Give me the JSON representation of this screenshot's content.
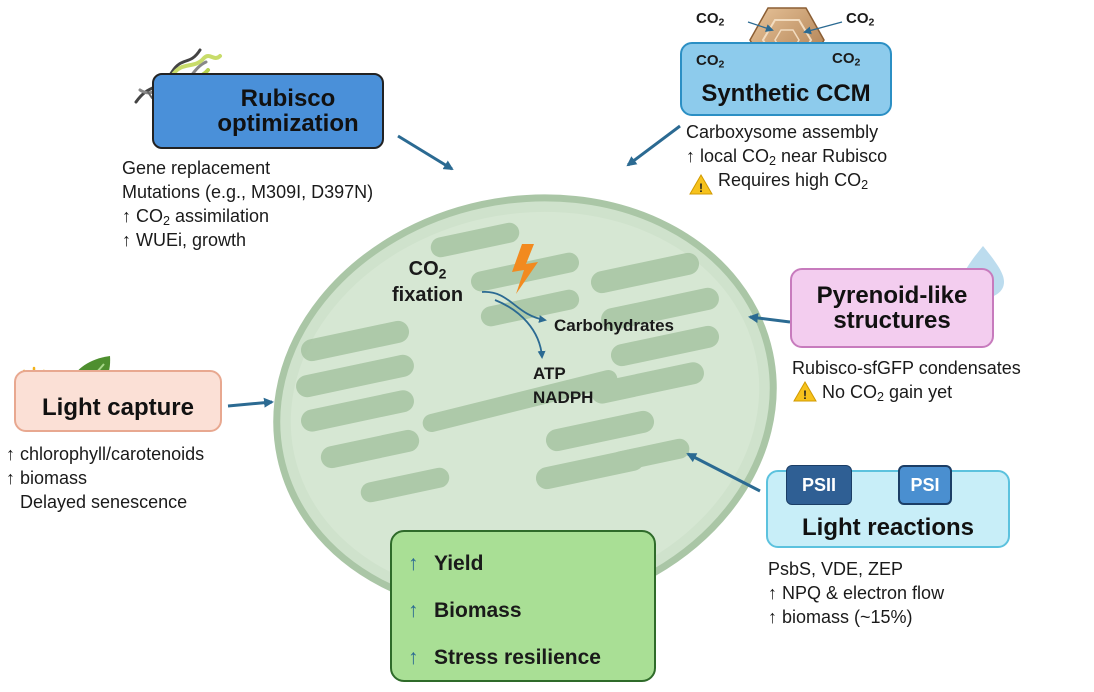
{
  "center": {
    "co2_fixation": [
      "CO",
      "2",
      "fixation"
    ],
    "products": [
      "Carbohydrates",
      "ATP",
      "NADPH"
    ]
  },
  "rubisco": {
    "title": [
      "Rubisco",
      "optimization"
    ],
    "lines": [
      "Gene replacement",
      "Mutations (e.g., M309I, D397N)",
      "↑ CO",
      "2",
      " assimilation",
      "↑ WUEi, growth"
    ]
  },
  "ccm": {
    "title": "Synthetic CCM",
    "co2_label": [
      "CO",
      "2"
    ],
    "lines": [
      "Carboxysome assembly",
      "↑ local CO",
      "2",
      " near Rubisco",
      "Requires high CO",
      "2"
    ]
  },
  "pyrenoid": {
    "title": [
      "Pyrenoid-like",
      "structures"
    ],
    "lines": [
      "Rubisco-sfGFP condensates",
      "No CO",
      "2",
      " gain yet"
    ]
  },
  "light_capture": {
    "title": "Light capture",
    "lines": [
      "↑ chlorophyll/carotenoids",
      "↑ biomass",
      "Delayed senescence"
    ]
  },
  "light_reactions": {
    "title": "Light reactions",
    "psii": "PSII",
    "psi": "PSI",
    "lines": [
      "PsbS, VDE, ZEP",
      "↑ NPQ & electron flow",
      "↑ biomass (~15%)"
    ]
  },
  "outcomes": {
    "arrow": "↑",
    "items": [
      "Yield",
      "Biomass",
      "Stress resilience"
    ]
  },
  "colors": {
    "chloroplast_fill": "#cfe2cc",
    "chloroplast_edge": "#aac6a6",
    "thylakoid": "#a7c4a2",
    "arrow": "#2b6a92",
    "rubisco_box": "#4a90d9",
    "ccm_box": "#8dcbec",
    "pyrenoid_box": "#f3cdef",
    "light_capture_box": "#fbe0d6",
    "light_reactions_box": "#c8eef8",
    "outcome_box": "#a9df95",
    "ps_box": "#2f5f94",
    "lightning": "#f28a1f"
  }
}
